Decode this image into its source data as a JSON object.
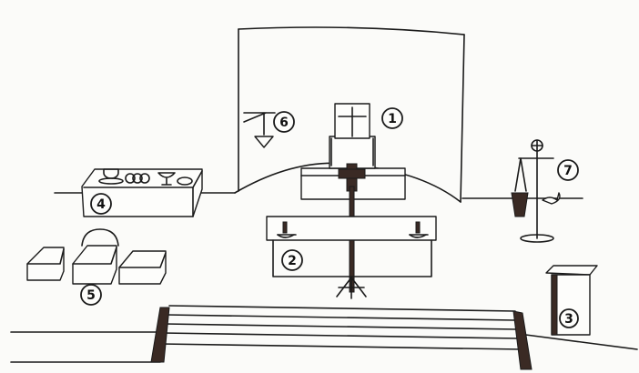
{
  "labels": {
    "n1": "1",
    "n2": "2",
    "n3": "3",
    "n4": "4",
    "n5": "5",
    "n6": "6",
    "n7": "7"
  }
}
